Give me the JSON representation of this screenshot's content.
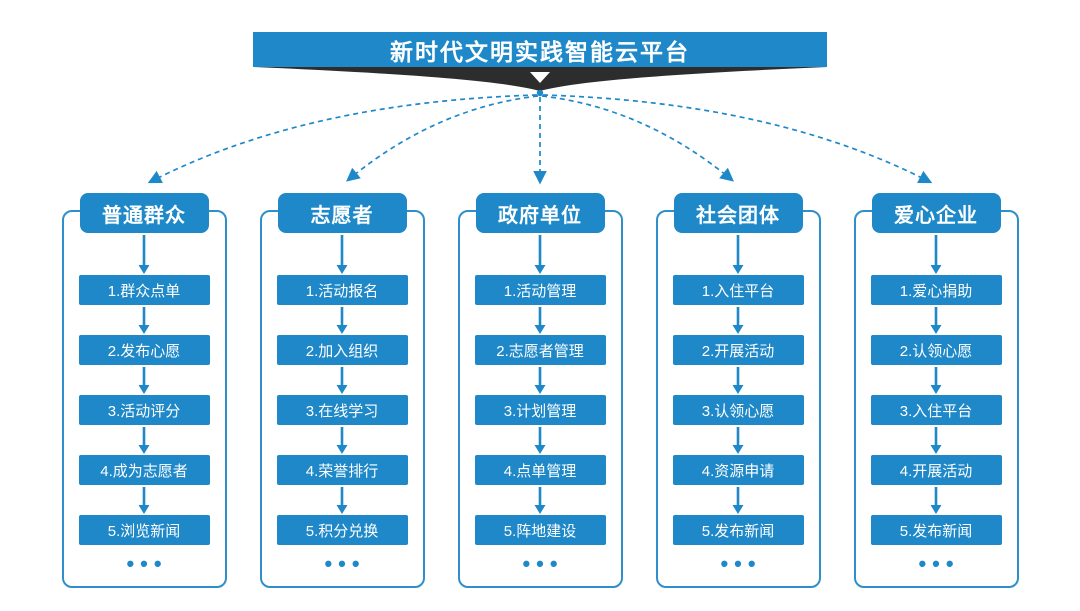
{
  "colors": {
    "primary": "#1E88C8",
    "outline": "#2E8FCB",
    "ribbon": "#2D2D2D",
    "text_on_primary": "#FFFFFF",
    "page_bg": "#FFFFFF"
  },
  "title": {
    "text": "新时代文明实践智能云平台"
  },
  "columns": [
    {
      "header": "普通群众",
      "items": [
        "1.群众点单",
        "2.发布心愿",
        "3.活动评分",
        "4.成为志愿者",
        "5.浏览新闻"
      ],
      "more": "•••"
    },
    {
      "header": "志愿者",
      "items": [
        "1.活动报名",
        "2.加入组织",
        "3.在线学习",
        "4.荣誉排行",
        "5.积分兑换"
      ],
      "more": "•••"
    },
    {
      "header": "政府单位",
      "items": [
        "1.活动管理",
        "2.志愿者管理",
        "3.计划管理",
        "4.点单管理",
        "5.阵地建设"
      ],
      "more": "•••"
    },
    {
      "header": "社会团体",
      "items": [
        "1.入住平台",
        "2.开展活动",
        "3.认领心愿",
        "4.资源申请",
        "5.发布新闻"
      ],
      "more": "•••"
    },
    {
      "header": "爱心企业",
      "items": [
        "1.爱心捐助",
        "2.认领心愿",
        "3.入住平台",
        "4.开展活动",
        "5.发布新闻"
      ],
      "more": "•••"
    }
  ]
}
